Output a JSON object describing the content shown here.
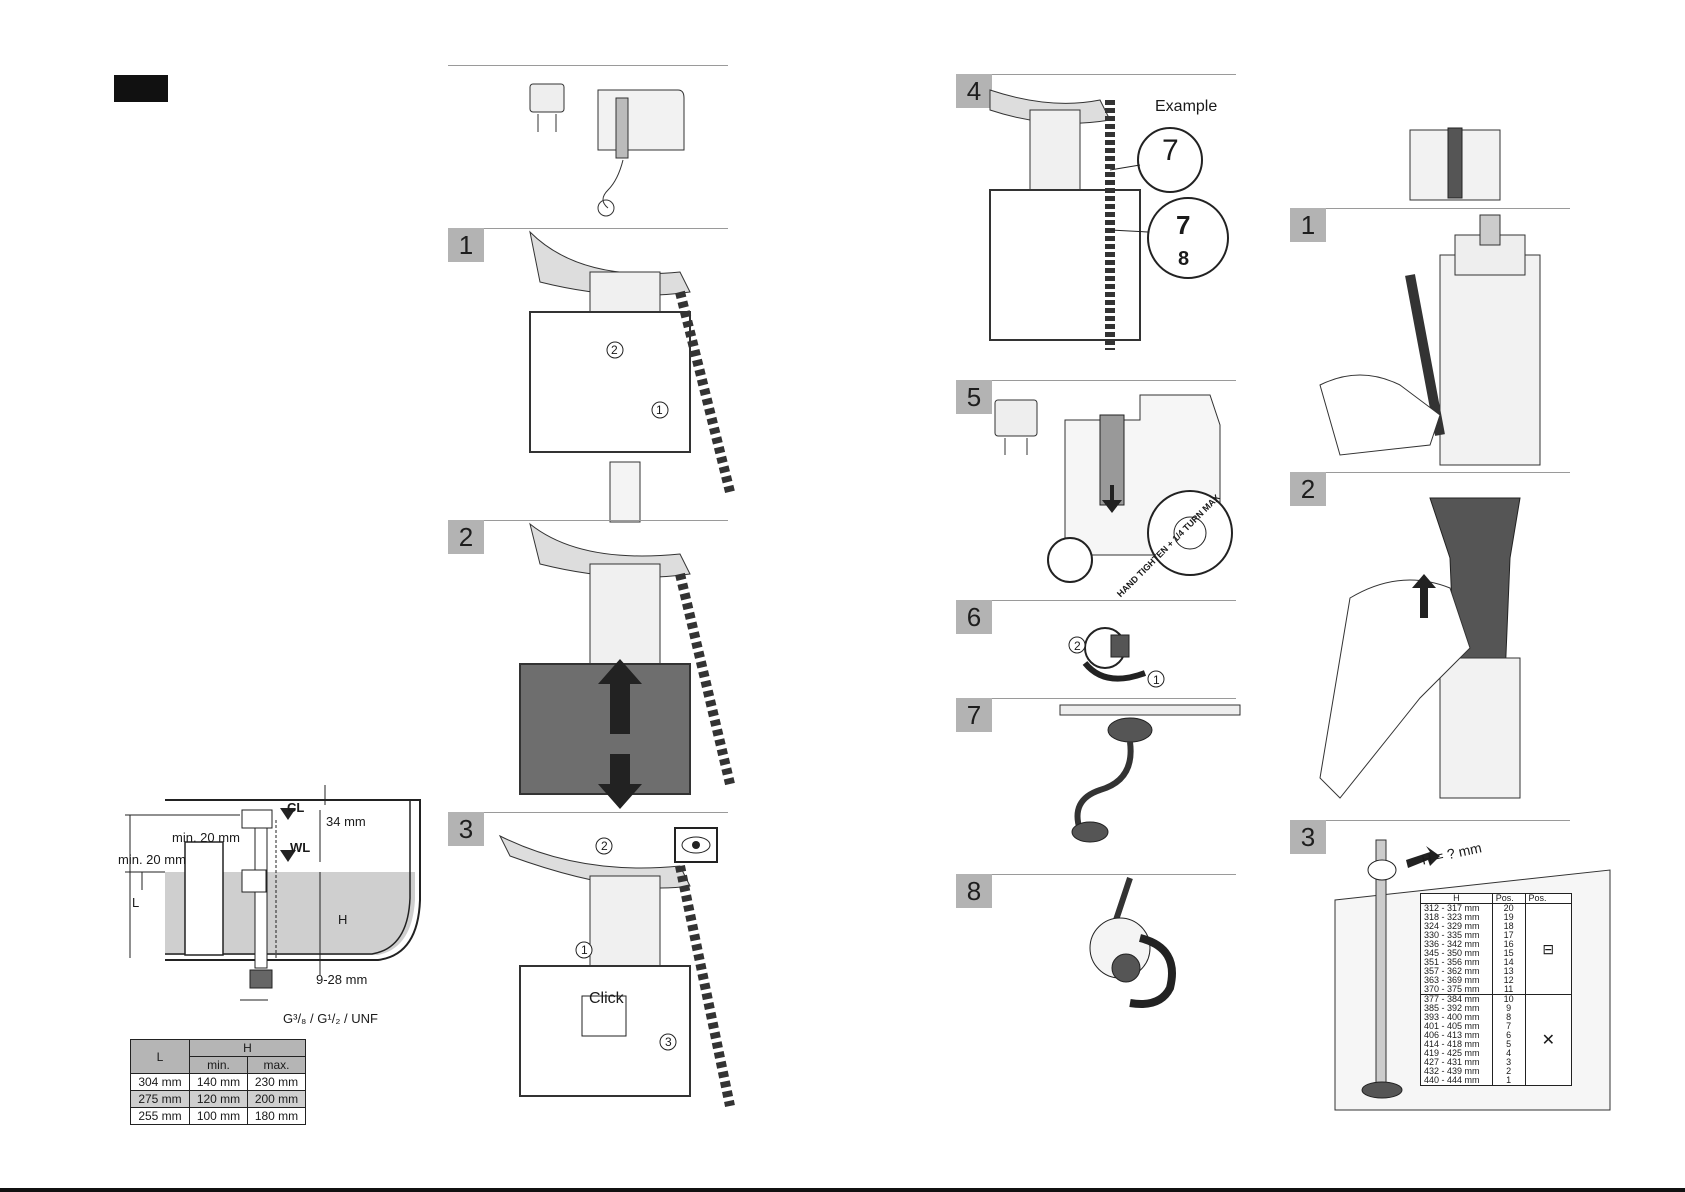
{
  "left_diagram": {
    "cl": "CL",
    "wl": "WL",
    "dim_34": "34 mm",
    "min20_a": "min. 20 mm",
    "min20_b": "min. 20 mm",
    "L": "L",
    "H": "H",
    "dim_9_28": "9-28 mm",
    "thread": "G³/₈ / G¹/₂ / UNF"
  },
  "dims_table": {
    "col_L": "L",
    "col_H": "H",
    "min": "min.",
    "max": "max.",
    "rows": [
      [
        "304 mm",
        "140 mm",
        "230 mm"
      ],
      [
        "275 mm",
        "120 mm",
        "200 mm"
      ],
      [
        "255 mm",
        "100 mm",
        "180 mm"
      ]
    ]
  },
  "steps_col2": [
    "1",
    "2",
    "3"
  ],
  "steps_col3": [
    "4",
    "5",
    "6",
    "7",
    "8"
  ],
  "steps_col4": [
    "1",
    "2",
    "3"
  ],
  "labels": {
    "example": "Example",
    "click": "Click",
    "hand_tighten": "HAND TIGHTEN + 1/4 TURN MAX",
    "h_question": "H = ? mm",
    "num_7": "7",
    "num_8": "8",
    "c1": "1",
    "c2": "2",
    "c3": "3"
  },
  "pos_table": {
    "h_header": "H",
    "pos_header_a": "Pos.",
    "pos_header_b": "Pos.",
    "rows": [
      [
        "312 - 317 mm",
        "20"
      ],
      [
        "318 - 323 mm",
        "19"
      ],
      [
        "324 - 329 mm",
        "18"
      ],
      [
        "330 - 335 mm",
        "17"
      ],
      [
        "336 - 342 mm",
        "16"
      ],
      [
        "345 - 350 mm",
        "15"
      ],
      [
        "351 - 356 mm",
        "14"
      ],
      [
        "357 - 362 mm",
        "13"
      ],
      [
        "363 - 369 mm",
        "12"
      ],
      [
        "370 - 375 mm",
        "11"
      ],
      [
        "377 - 384 mm",
        "10"
      ],
      [
        "385 - 392 mm",
        "9"
      ],
      [
        "393 - 400 mm",
        "8"
      ],
      [
        "401 - 405 mm",
        "7"
      ],
      [
        "406 - 413 mm",
        "6"
      ],
      [
        "414 - 418 mm",
        "5"
      ],
      [
        "419 - 425 mm",
        "4"
      ],
      [
        "427 - 431 mm",
        "3"
      ],
      [
        "432 - 439 mm",
        "2"
      ],
      [
        "440 - 444 mm",
        "1"
      ]
    ]
  }
}
